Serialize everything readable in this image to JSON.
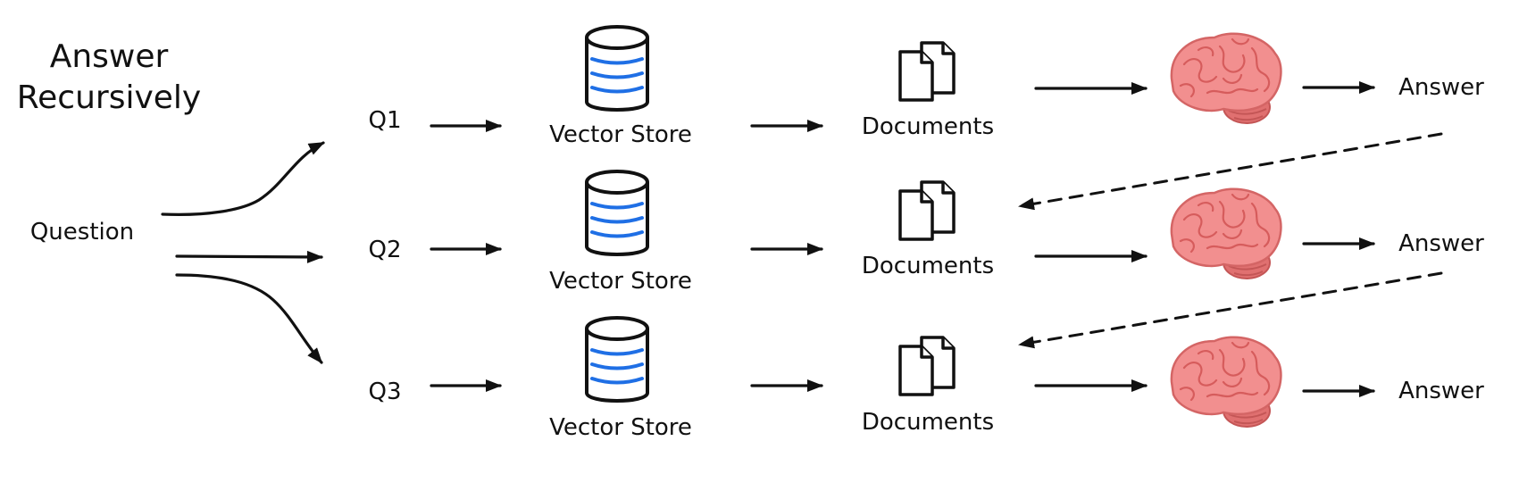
{
  "title_lines": [
    "Answer",
    "Recursively"
  ],
  "question_label": "Question",
  "rows": [
    {
      "query": "Q1",
      "store": "Vector Store",
      "docs": "Documents",
      "answer": "Answer"
    },
    {
      "query": "Q2",
      "store": "Vector Store",
      "docs": "Documents",
      "answer": "Answer"
    },
    {
      "query": "Q3",
      "store": "Vector Store",
      "docs": "Documents",
      "answer": "Answer"
    }
  ],
  "colors": {
    "ink": "#111111",
    "db_stripes": "#1f6fe5",
    "brain": "#f08a8a",
    "brain_dark": "#d65c5c",
    "cerebellum": "#e07070"
  },
  "icons": [
    "vector-store-icon",
    "documents-icon",
    "brain-icon"
  ]
}
